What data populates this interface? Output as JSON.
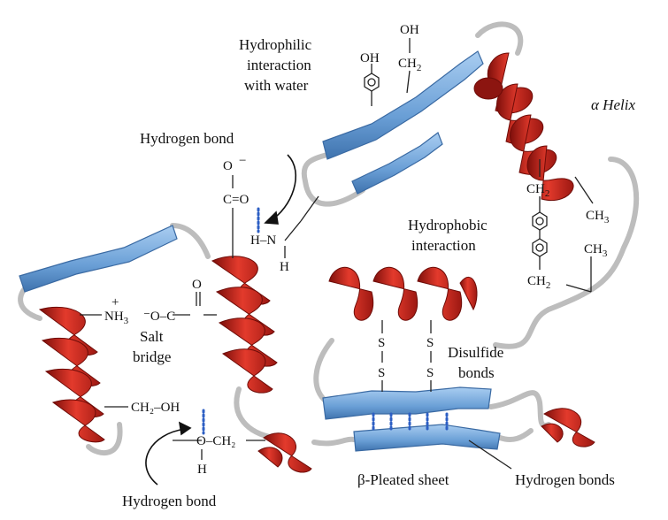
{
  "labels": {
    "hydrophilic": [
      "Hydrophilic",
      "interaction",
      "with water"
    ],
    "alpha_helix": "α Helix",
    "hydrogen_bond_top": "Hydrogen bond",
    "hydrophobic": [
      "Hydrophobic",
      "interaction"
    ],
    "salt_bridge": [
      "Salt",
      "bridge"
    ],
    "disulfide": [
      "Disulfide",
      "bonds"
    ],
    "beta_sheet": "β-Pleated sheet",
    "hydrogen_bonds": "Hydrogen bonds",
    "hydrogen_bond_bottom": "Hydrogen bond"
  },
  "chem": {
    "oh_top": "OH",
    "ch2_top": "CH",
    "oh_phenol": "OH",
    "o_minus": "O",
    "c_eq_o": "C=O",
    "h_n": "H–N",
    "h_bottom": "H",
    "ch2_hp1": "CH",
    "ch3_hp1": "CH",
    "ch3_hp2": "CH",
    "ch2_hp2": "CH",
    "o_carbox": "O",
    "nh3": "NH",
    "carbox": "⁻O–C",
    "plus": "+",
    "s1": "S",
    "s2": "S",
    "s3": "S",
    "s4": "S",
    "ch2oh": "CH₂–OH",
    "o_ch2": "O–CH₂",
    "h_oh": "H",
    "sub2": "2",
    "sub3": "3"
  },
  "colors": {
    "helix_red": "#c8231a",
    "helix_dark": "#8e1410",
    "sheet_blue": "#6ea2d8",
    "sheet_dark": "#3f74b0",
    "chain_gray": "#b9b9b9",
    "hbond_dots": "#2d5fc4"
  }
}
